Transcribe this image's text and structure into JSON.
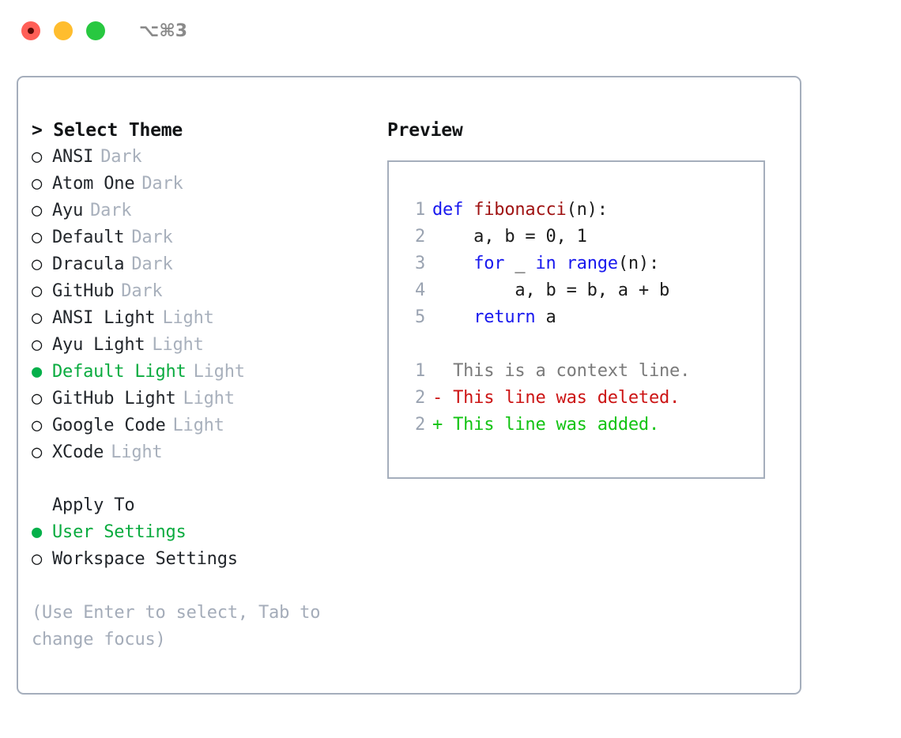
{
  "titlebar": {
    "shortcut": "⌥⌘3",
    "buttons": [
      "close",
      "minimize",
      "maximize"
    ]
  },
  "theme_list": {
    "header": "> Select Theme",
    "items": [
      {
        "marker": "○",
        "name": "ANSI",
        "kind": "Dark",
        "selected": false
      },
      {
        "marker": "○",
        "name": "Atom One",
        "kind": "Dark",
        "selected": false
      },
      {
        "marker": "○",
        "name": "Ayu",
        "kind": "Dark",
        "selected": false
      },
      {
        "marker": "○",
        "name": "Default",
        "kind": "Dark",
        "selected": false
      },
      {
        "marker": "○",
        "name": "Dracula",
        "kind": "Dark",
        "selected": false
      },
      {
        "marker": "○",
        "name": "GitHub",
        "kind": "Dark",
        "selected": false
      },
      {
        "marker": "○",
        "name": "ANSI Light",
        "kind": "Light",
        "selected": false
      },
      {
        "marker": "○",
        "name": "Ayu Light",
        "kind": "Light",
        "selected": false
      },
      {
        "marker": "●",
        "name": "Default Light",
        "kind": "Light",
        "selected": true
      },
      {
        "marker": "○",
        "name": "GitHub Light",
        "kind": "Light",
        "selected": false
      },
      {
        "marker": "○",
        "name": "Google Code",
        "kind": "Light",
        "selected": false
      },
      {
        "marker": "○",
        "name": "XCode",
        "kind": "Light",
        "selected": false
      }
    ]
  },
  "apply_to": {
    "header": "Apply To",
    "items": [
      {
        "marker": "●",
        "name": "User Settings",
        "selected": true
      },
      {
        "marker": "○",
        "name": "Workspace Settings",
        "selected": false
      }
    ]
  },
  "hint": "(Use Enter to select, Tab to change focus)",
  "preview": {
    "header": "Preview",
    "code_lines": [
      {
        "num": "1",
        "tokens": [
          {
            "t": "def ",
            "c": "kw"
          },
          {
            "t": "fibonacci",
            "c": "fn"
          },
          {
            "t": "(n):",
            "c": "pl"
          }
        ]
      },
      {
        "num": "2",
        "tokens": [
          {
            "t": "    a, b = 0, 1",
            "c": "pl"
          }
        ]
      },
      {
        "num": "3",
        "tokens": [
          {
            "t": "    ",
            "c": "pl"
          },
          {
            "t": "for",
            "c": "kw"
          },
          {
            "t": " _ ",
            "c": "pl"
          },
          {
            "t": "in",
            "c": "kw"
          },
          {
            "t": " ",
            "c": "pl"
          },
          {
            "t": "range",
            "c": "bi"
          },
          {
            "t": "(n):",
            "c": "pl"
          }
        ]
      },
      {
        "num": "4",
        "tokens": [
          {
            "t": "        a, b = b, a + b",
            "c": "pl"
          }
        ]
      },
      {
        "num": "5",
        "tokens": [
          {
            "t": "    ",
            "c": "pl"
          },
          {
            "t": "return",
            "c": "kw"
          },
          {
            "t": " a",
            "c": "pl"
          }
        ]
      }
    ],
    "diff_lines": [
      {
        "num": "1",
        "sign": "  ",
        "text": "This is a context line.",
        "kind": "ctx"
      },
      {
        "num": "2",
        "sign": "- ",
        "text": "This line was deleted.",
        "kind": "del"
      },
      {
        "num": "2",
        "sign": "+ ",
        "text": "This line was added.",
        "kind": "add"
      }
    ]
  },
  "colors": {
    "selected_green": "#0aab3f",
    "marker_green": "#05b04a",
    "muted_gray": "#a8b0bc",
    "border": "#a5aebc",
    "keyword_blue": "#1818ee",
    "function_red": "#9f1212",
    "diff_delete_red": "#cc1414",
    "diff_add_green": "#12c312",
    "diff_context_gray": "#7a7a7a",
    "traffic_red": "#ff5f57",
    "traffic_yellow": "#ffbd2e",
    "traffic_green": "#28c840"
  }
}
